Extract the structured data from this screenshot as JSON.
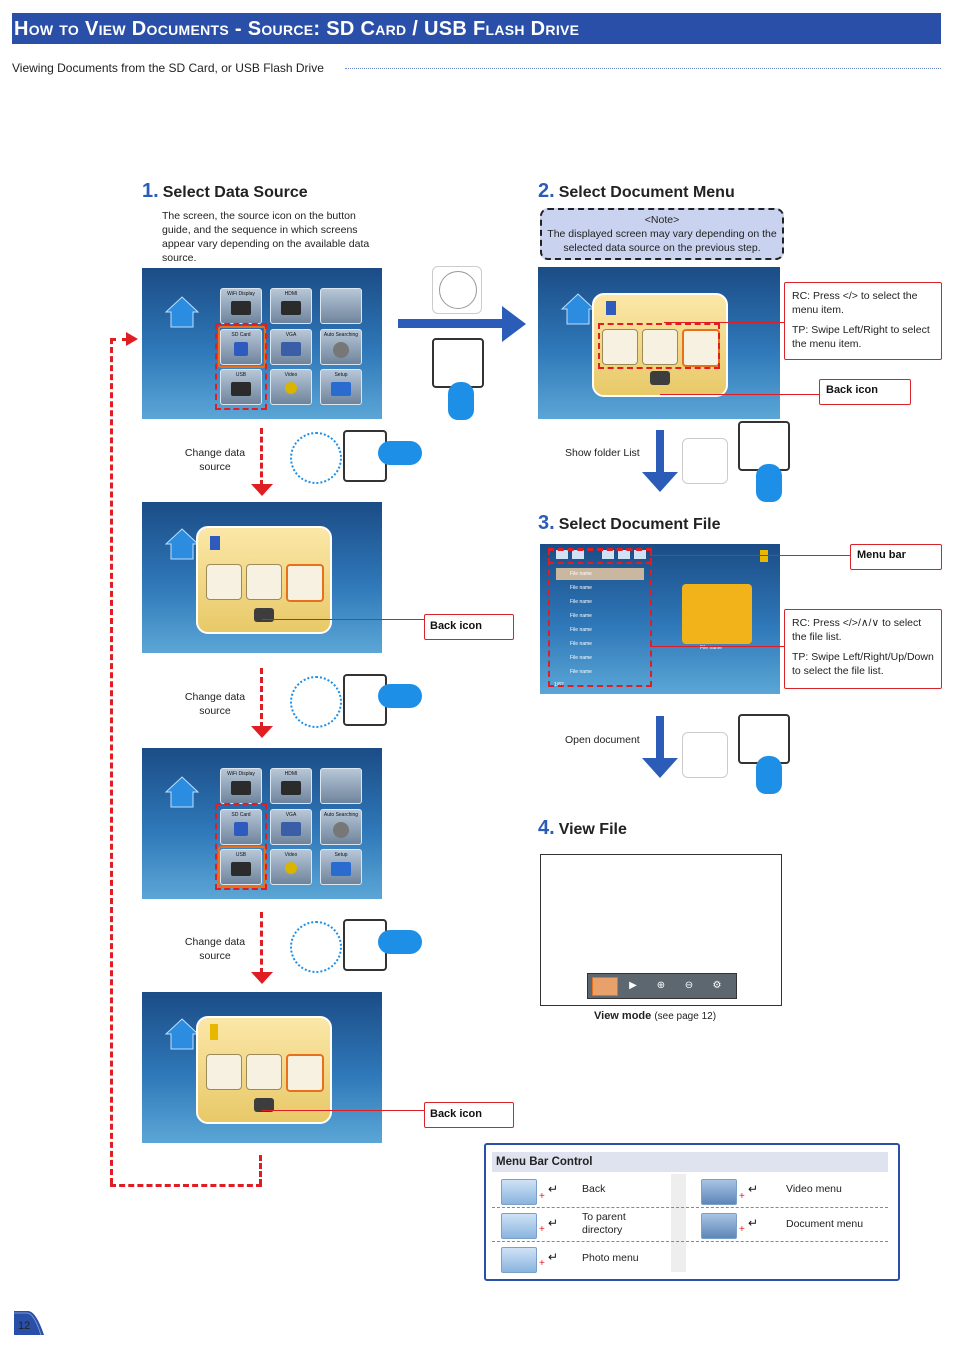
{
  "header": {
    "title": "How to View Documents - Source: SD Card / USB Flash Drive"
  },
  "subtitle": "Viewing Documents from the SD Card, or USB Flash Drive",
  "step1": {
    "num": "1.",
    "title": "Select Data Source",
    "desc": "The screen, the source icon on the button guide, and the sequence in which screens appear vary depending on the available data source."
  },
  "source_tiles": [
    {
      "label": "WiFi Display"
    },
    {
      "label": "HDMI"
    },
    {
      "label": ""
    },
    {
      "label": "SD Card"
    },
    {
      "label": "VGA"
    },
    {
      "label": "Auto Searching"
    },
    {
      "label": "USB"
    },
    {
      "label": "Video"
    },
    {
      "label": "Setup"
    }
  ],
  "change_data_source": "Change data source",
  "back_icon": "Back icon",
  "step2": {
    "num": "2.",
    "title": "Select Document Menu",
    "note_title": "<Note>",
    "note_text": "The displayed screen may vary depending on the selected data source on the previous step.",
    "rc_line1": "RC: Press",
    "rc_line1b": "to select the menu item.",
    "tp_line": "TP: Swipe Left/Right to select the menu item.",
    "show_folder": "Show folder List"
  },
  "step3": {
    "num": "3.",
    "title": "Select Document File",
    "menu_bar": "Menu bar",
    "rc_line1": "RC: Press",
    "rc_line1b": "to select the file list.",
    "tp_line": "TP: Swipe Left/Right/Up/Down to select the file list.",
    "open_doc": "Open document",
    "file_name": "File name",
    "file_name_big": "File name",
    "page_count": "1/82"
  },
  "file_list": [
    "File name",
    "File name",
    "File name",
    "File name",
    "File name",
    "File name",
    "File name",
    "File name"
  ],
  "step4": {
    "num": "4.",
    "title": "View File",
    "view_mode": "View mode",
    "see_page": "(see page 12)"
  },
  "menu_bar_control": {
    "title": "Menu Bar Control",
    "items": [
      {
        "label": "Back"
      },
      {
        "label": "Video menu"
      },
      {
        "label": "To parent directory"
      },
      {
        "label": "Document menu"
      },
      {
        "label": "Photo menu"
      }
    ]
  },
  "page_number": "12",
  "colors": {
    "header": "#2a4fa8",
    "accent_red": "#e11d24",
    "arrow_blue": "#2a5cb8"
  }
}
